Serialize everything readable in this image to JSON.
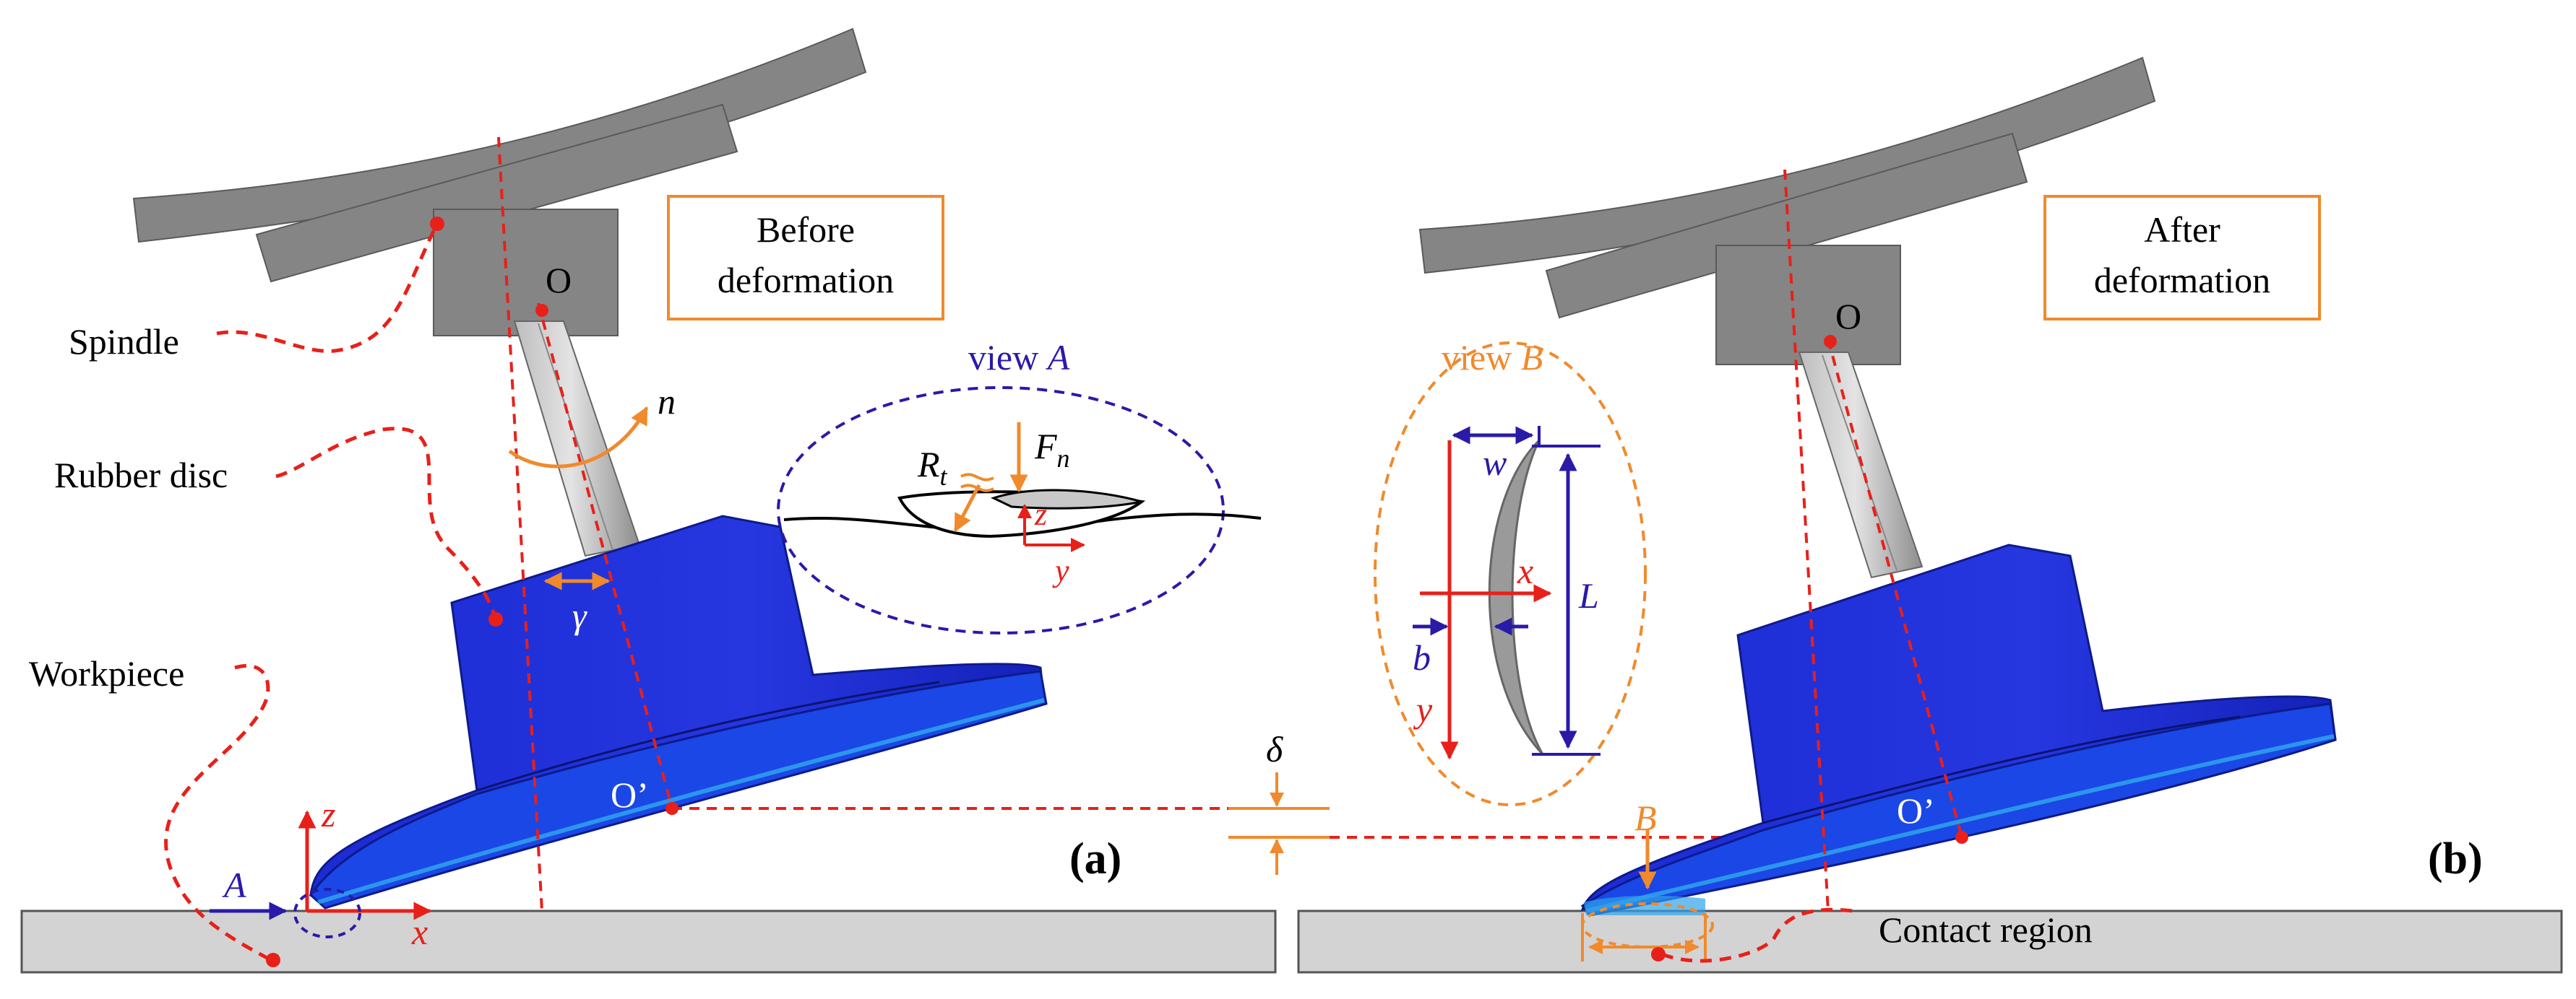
{
  "panel_a": {
    "label": "(a)",
    "state_box": [
      "Before",
      "deformation"
    ],
    "parts": {
      "spindle": "Spindle",
      "rubber_disc": "Rubber disc",
      "workpiece": "Workpiece"
    },
    "points": {
      "top_center": "O",
      "disc_center": "O’"
    },
    "symbols": {
      "rotation": "n",
      "tilt_angle": "γ",
      "view_marker": "A",
      "axis_z": "z",
      "axis_x": "x"
    },
    "view_a": {
      "title_prefix": "view ",
      "title_letter": "A",
      "rt_main": "R",
      "rt_sub": "t",
      "fn_main": "F",
      "fn_sub": "n",
      "axis_z": "z",
      "axis_y": "y"
    }
  },
  "panel_b": {
    "label": "(b)",
    "state_box": [
      "After",
      "deformation"
    ],
    "points": {
      "top_center": "O",
      "disc_center": "O’"
    },
    "symbols": {
      "view_marker": "B"
    },
    "contact_region": "Contact region",
    "view_b": {
      "title_prefix": "view ",
      "title_letter": "B",
      "width": "w",
      "length": "L",
      "thickness": "b",
      "axis_x": "x",
      "axis_y": "y"
    }
  },
  "offset_symbol": "δ",
  "colors": {
    "annotation_red": "#e8201a",
    "annotation_orange": "#f08a2c",
    "annotation_blue": "#2a1aa8",
    "disc_blue": "#1f2fd8",
    "machine_gray": "#858585",
    "workpiece_fill": "#d3d3d3"
  }
}
